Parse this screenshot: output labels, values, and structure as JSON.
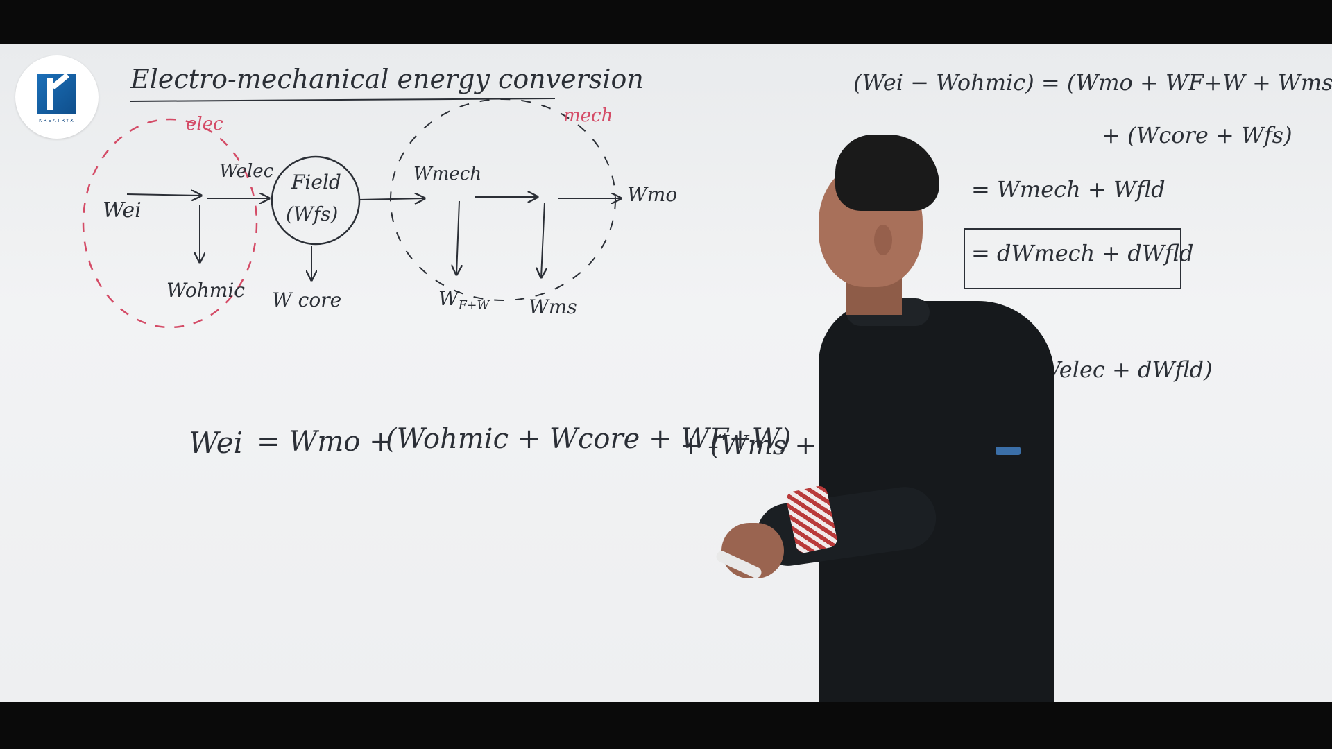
{
  "logo": {
    "text": "KREATRYX",
    "icon": "k-logo-icon",
    "color": "#1b6fb8"
  },
  "title": "Electro-mechanical energy conversion",
  "diagram": {
    "region_elec": "elec",
    "region_mech": "mech",
    "w_ei": "Wei",
    "w_elec": "Welec",
    "field_line1": "Field",
    "field_line2": "(Wfs)",
    "w_ohmic": "Wohmic",
    "w_core": "W core",
    "w_mech": "Wmech",
    "w_mo": "Wmo",
    "w_ftw": "W",
    "w_ftw_sub": "F+W",
    "w_ms": "Wms"
  },
  "main_equation": {
    "lhs": "Wei",
    "t1": "= Wmo +",
    "t2": "(Wohmic + Wcore + WF+W)",
    "t3": "+ (Wms + W"
  },
  "right_equations": {
    "eq1": "(Wei − Wohmic) = (Wmo + WF+W + Wms)",
    "eq2": "+ (Wcore + Wfs)",
    "eq3": "= Wmech + Wfld",
    "eq4": "= dWmech + dWfld",
    "eq5": "dWelec + dWfld)"
  },
  "colors": {
    "ink": "#2b2f36",
    "red_ink": "#d44b66",
    "board": "#eeeff1"
  }
}
